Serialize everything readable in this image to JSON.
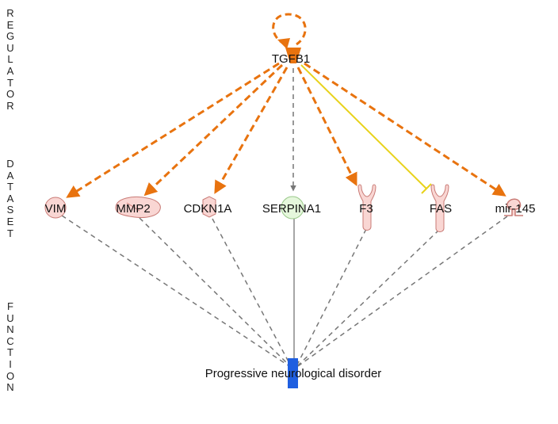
{
  "sections": {
    "regulator": "REGULATOR",
    "dataset": "DATASET",
    "function": "FUNCTION"
  },
  "regulator": {
    "label": "TGFB1"
  },
  "dataset_nodes": [
    {
      "id": "vim",
      "label": "VIM",
      "shape": "circle"
    },
    {
      "id": "mmp2",
      "label": "MMP2",
      "shape": "peptidase"
    },
    {
      "id": "cdkn1a",
      "label": "CDKN1A",
      "shape": "kinase"
    },
    {
      "id": "serpina1",
      "label": "SERPINA1",
      "shape": "circle"
    },
    {
      "id": "f3",
      "label": "F3",
      "shape": "receptor"
    },
    {
      "id": "fas",
      "label": "FAS",
      "shape": "receptor"
    },
    {
      "id": "mir145",
      "label": "mir-145",
      "shape": "microrna"
    }
  ],
  "function_node": {
    "label": "Progressive neurological disorder"
  },
  "colors": {
    "activation": "#e8730f",
    "inhibition_inconsistent": "#e8d21a",
    "unpredicted": "#888888",
    "node_fill_up": "#f9d6d3",
    "node_stroke_up": "#c97b76",
    "node_fill_green": "#e5f7dc",
    "node_stroke_green": "#9bc98b",
    "regulator_fill": "#e8730f",
    "function_fill": "#1f5fe0"
  }
}
